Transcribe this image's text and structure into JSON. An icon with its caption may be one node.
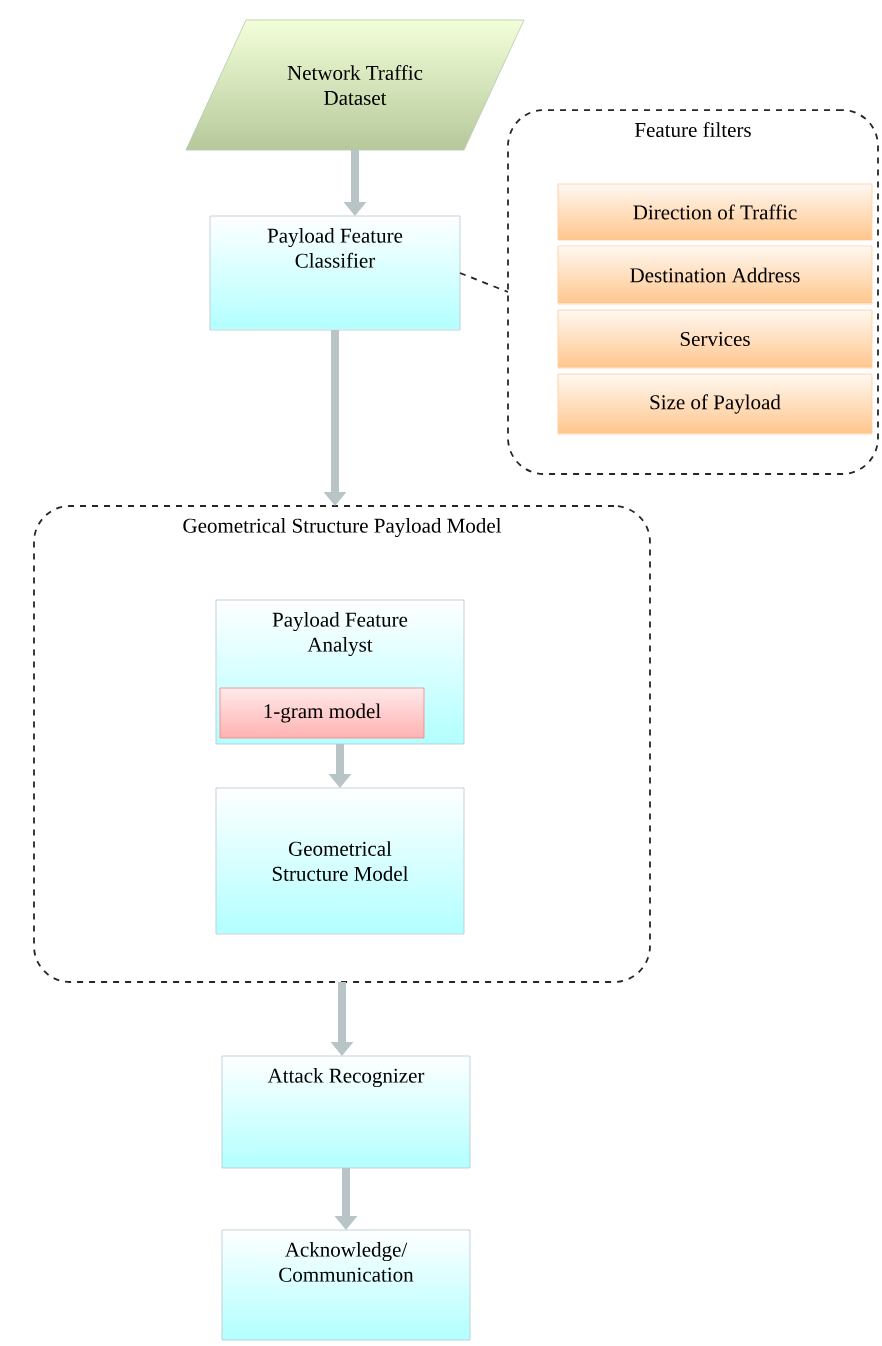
{
  "diagram": {
    "nodes": [
      {
        "text": [
          "Network Traffic Dataset"
        ]
      },
      {
        "text": [
          "Payload Feature Classifier"
        ]
      },
      {
        "text": [
          "Feature filters"
        ]
      },
      {
        "text": [
          "Direction of Traffic"
        ],
        "in": 2
      },
      {
        "text": [
          "Destination Address"
        ],
        "in": 2
      },
      {
        "text": [
          "Services"
        ],
        "in": 2
      },
      {
        "text": [
          "Size of Payload"
        ],
        "in": 2
      },
      {
        "text": [
          "Geometrical Structure Payload Model"
        ]
      },
      {
        "text": [
          "Payload Feature Analyst"
        ],
        "in": 7
      },
      {
        "text": [
          "1-gram model"
        ],
        "in": 8
      },
      {
        "text": [
          "Geometrical Structure Model"
        ],
        "in": 7
      },
      {
        "text": [
          "Attack Recognizer"
        ]
      },
      {
        "text": [
          "Acknowledge/ Communication"
        ]
      }
    ],
    "edges": [
      {
        "from": 0,
        "to": 1,
        "arrow": "to"
      },
      {
        "from": 1,
        "to": 2,
        "arrow": "none",
        "style": "dashed",
        "color": "#222222"
      },
      {
        "from": 1,
        "to": 7,
        "arrow": "to"
      },
      {
        "from": 8,
        "to": 10,
        "arrow": "to"
      },
      {
        "from": 7,
        "to": 11,
        "arrow": "to"
      },
      {
        "from": 11,
        "to": 12,
        "arrow": "to"
      }
    ]
  }
}
